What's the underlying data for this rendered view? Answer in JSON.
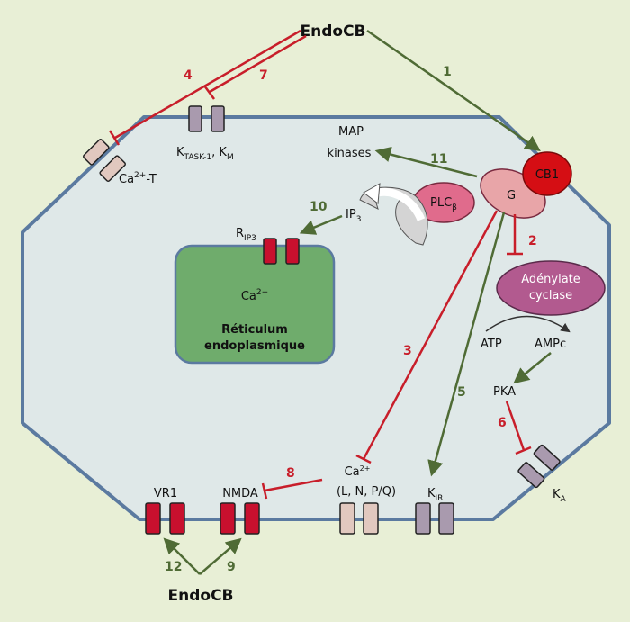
{
  "title_top": "EndoCB",
  "title_bottom": "EndoCB",
  "colors": {
    "background": "#e8efd6",
    "cell_fill": "#dfe8e8",
    "cell_border": "#5b7aa0",
    "inhibit": "#c81e2a",
    "activate": "#4f6b35",
    "cb1": "#d50e14",
    "g_protein": "#e8a5a8",
    "plc": "#e06b8c",
    "adenylate": "#b25a8f",
    "reticulum": "#6fac6c",
    "channel_light": "#e1c8bf",
    "channel_grey": "#a99aae",
    "channel_red": "#c8102e"
  },
  "labels": {
    "cb1": "CB1",
    "g": "G",
    "plc_main": "PLC",
    "plc_sub": "β",
    "adenylate_line1": "Adénylate",
    "adenylate_line2": "cyclase",
    "atp": "ATP",
    "ampc": "AMPc",
    "pka": "PKA",
    "map_line1": "MAP",
    "map_line2": "kinases",
    "ip3_main": "IP",
    "ip3_sub": "3",
    "rip3_main": "R",
    "rip3_sub": "IP3",
    "ca_er_main": "Ca",
    "ca_er_sup": "2+",
    "reticulum_line1": "Réticulum",
    "reticulum_line2": "endoplasmique",
    "ktask_k1": "K",
    "ktask_sub1": "TASK-1",
    "ktask_mid": ", K",
    "ktask_sub2": "M",
    "cat_main": "Ca",
    "cat_sup": "2+",
    "cat_suffix": "-T",
    "ka_main": "K",
    "ka_sub": "A",
    "kir_main": "K",
    "kir_sub": "IR",
    "ca_ln_main": "Ca",
    "ca_ln_sup": "2+",
    "ca_ln_types": "(L, N, P/Q)",
    "vr1": "VR1",
    "nmda": "NMDA"
  },
  "numbers": {
    "n1": "1",
    "n2": "2",
    "n3": "3",
    "n4": "4",
    "n5": "5",
    "n6": "6",
    "n7": "7",
    "n8": "8",
    "n9": "9",
    "n10": "10",
    "n11": "11",
    "n12": "12"
  }
}
